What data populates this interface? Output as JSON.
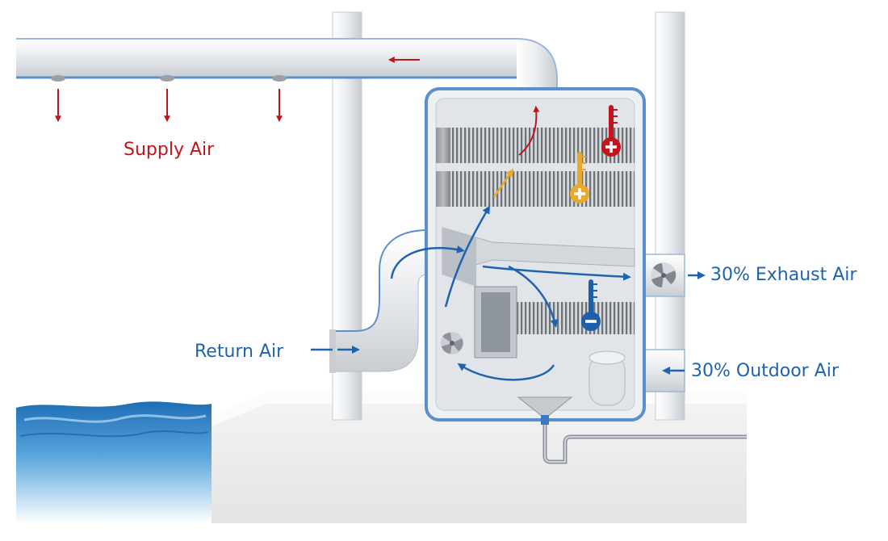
{
  "labels": {
    "supply_air": "Supply Air",
    "return_air": "Return Air",
    "exhaust_air": "30% Exhaust Air",
    "outdoor_air": "30% Outdoor Air"
  },
  "colors": {
    "supply": "#c0161b",
    "air_flow": "#1f63b0",
    "heat_indicator": "#e9a929",
    "hot_indicator": "#c4141c",
    "cold_indicator": "#1e5fa9",
    "duct": "#e8ebee",
    "water": "#3d8ed0"
  },
  "icons": {
    "hot": "thermometer-plus-red-icon",
    "warm": "thermometer-plus-yellow-icon",
    "cold": "thermometer-minus-blue-icon",
    "fan": "fan-icon"
  }
}
